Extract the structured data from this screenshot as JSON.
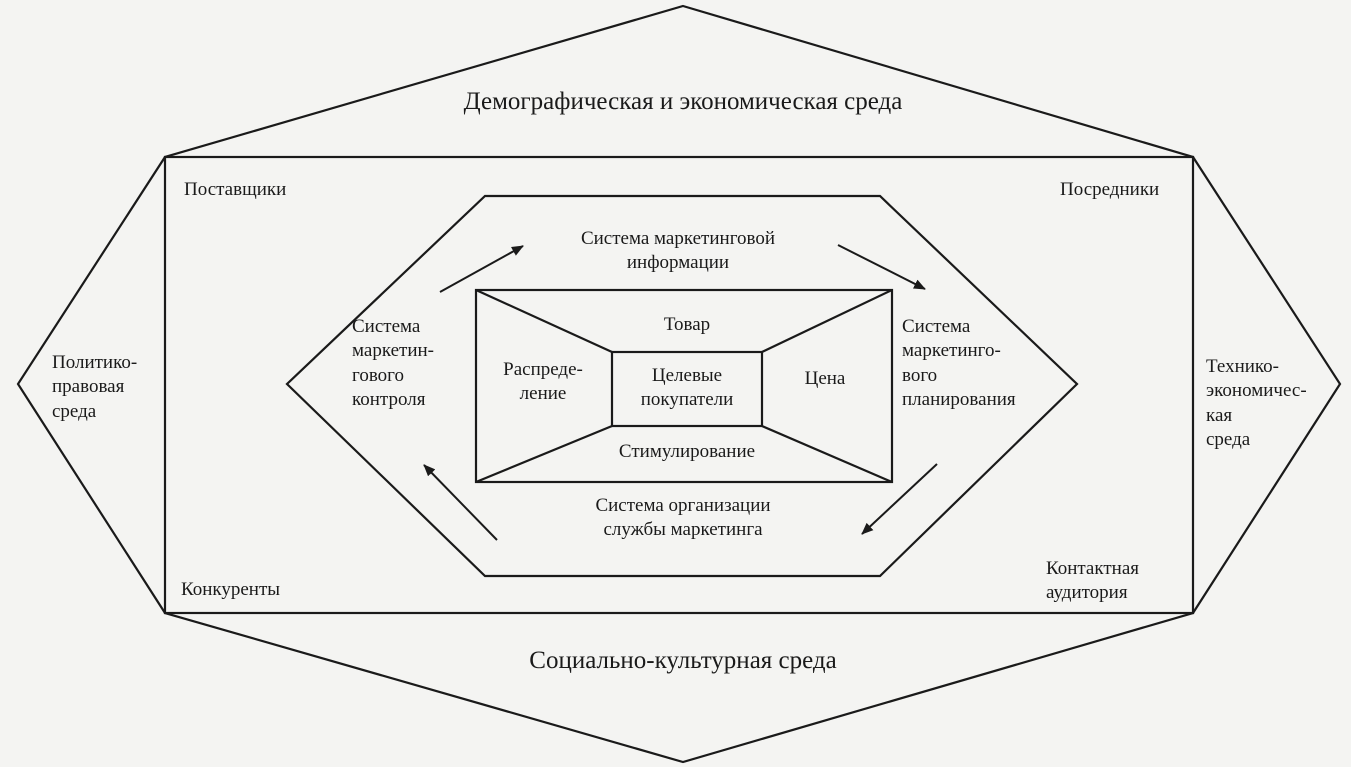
{
  "outer": {
    "top": "Демографическая и экономическая среда",
    "bottom": "Социально-культурная среда",
    "left": "Политико-\nправовая\nсреда",
    "right": "Технико-\nэкономичес-\nкая\nсреда"
  },
  "corners": {
    "top_left": "Поставщики",
    "top_right": "Посредники",
    "bottom_left": "Конкуренты",
    "bottom_right": "Контактная\nаудитория"
  },
  "systems": {
    "top": "Система маркетинговой\nинформации",
    "left": "Система\nмаркетин-\nгового\nконтроля",
    "right": "Система\nмаркетинго-\nвого\nпланирования",
    "bottom": "Система организации\nслужбы маркетинга"
  },
  "mix": {
    "top": "Товар",
    "left": "Распреде-\nление",
    "right": "Цена",
    "bottom": "Стимулирование",
    "center": "Целевые\nпокупатели"
  },
  "colors": {
    "line": "#1a1a1a",
    "background": "#f4f4f2"
  }
}
